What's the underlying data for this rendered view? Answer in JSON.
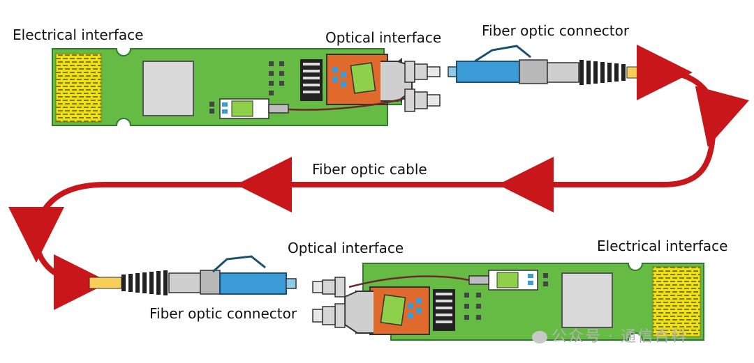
{
  "labels": {
    "electrical_top": "Electrical interface",
    "optical_top": "Optical interface",
    "connector_top": "Fiber optic connector",
    "cable": "Fiber optic cable",
    "optical_bottom": "Optical interface",
    "electrical_bottom": "Electrical interface",
    "connector_bottom": "Fiber optic connector"
  },
  "watermark": {
    "text": "公众号 · 通信百科"
  },
  "colors": {
    "pcb": "#66bb45",
    "pads": "#f3e20a",
    "chip": "#d9d9d9",
    "housing": "#e06a2c",
    "lc_blue": "#3b9bd6",
    "fiber": "#f7cf58",
    "arrow": "#c8161b"
  }
}
